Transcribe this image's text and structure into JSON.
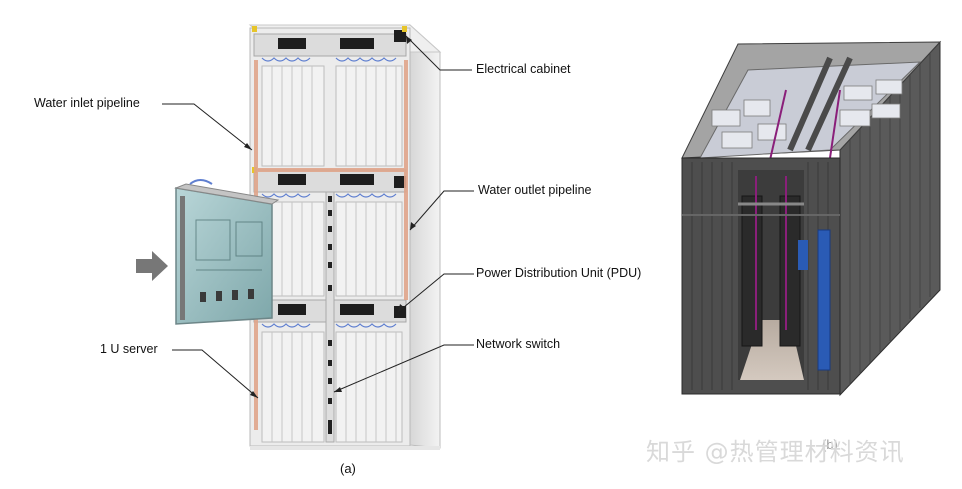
{
  "labels": {
    "electrical_cabinet": "Electrical cabinet",
    "water_inlet_pipeline": "Water inlet pipeline",
    "water_outlet_pipeline": "Water outlet pipeline",
    "pdu": "Power Distribution Unit (PDU)",
    "network_switch": "Network switch",
    "one_u_server": "1 U server"
  },
  "captions": {
    "a": "(a)",
    "b": "(b)"
  },
  "watermark": "知乎 @热管理材料资讯",
  "colors": {
    "rack_body": "#e4e4e4",
    "rack_edge": "#b9b9b9",
    "copper_pipe": "#e0a58b",
    "container_frame": "#4e4e4e",
    "blue_equipment": "#2a5bb5",
    "server_glass": "#a8c7c8",
    "arrow": "#777777"
  }
}
